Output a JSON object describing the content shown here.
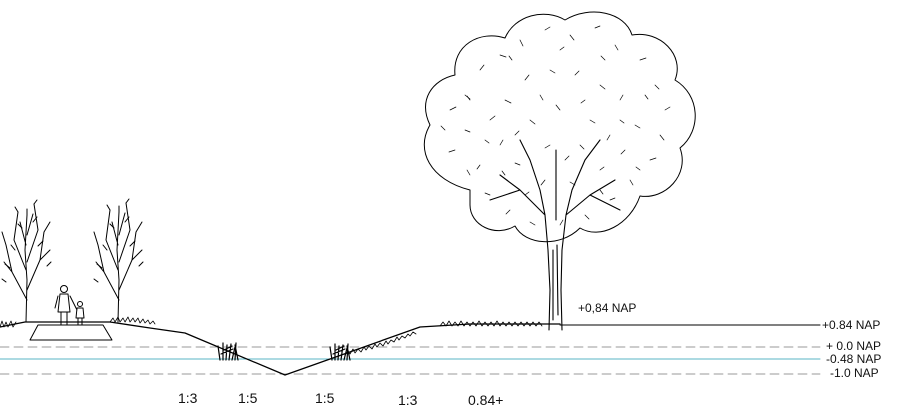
{
  "levels": {
    "top": "+0.84 NAP",
    "zero": "+ 0.0 NAP",
    "water": "-0.48 NAP",
    "bottom": "-1.0 NAP"
  },
  "tree_level_label": "+0,84 NAP",
  "slopes": [
    "1:3",
    "1:5",
    "1:5",
    "1:3",
    "0.84+"
  ]
}
